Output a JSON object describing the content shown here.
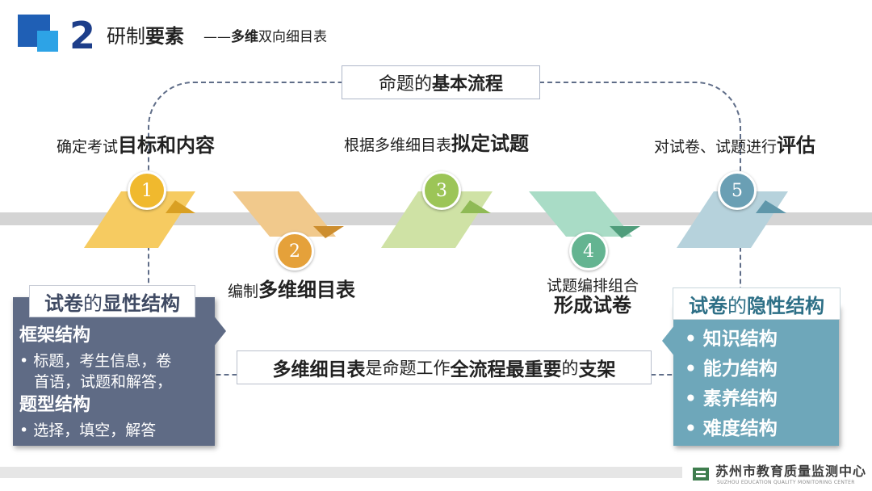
{
  "header": {
    "number": "2",
    "title_a": "研制",
    "title_b": "要素",
    "subtitle_dash": "——",
    "subtitle_bold": "多维",
    "subtitle_rest": "双向细目表"
  },
  "flow_title": {
    "pre": "命题的",
    "bold": "基本流程"
  },
  "steps": [
    {
      "num": "1",
      "label_pre": "确定考试",
      "label_bold": "目标和内容",
      "color": "#f6cb61",
      "dark": "#d9a023"
    },
    {
      "num": "2",
      "label_pre": "编制",
      "label_bold": "多维细目表",
      "color": "#f1c98c",
      "dark": "#cd8e2f"
    },
    {
      "num": "3",
      "label_pre": "根据多维细目表",
      "label_bold": "拟定试题",
      "color": "#cfe2a5",
      "dark": "#8fba55"
    },
    {
      "num": "4",
      "label_pre": "试题编排组合",
      "label_bold": "形成试卷",
      "color": "#a9dcc6",
      "dark": "#4f9d7b"
    },
    {
      "num": "5",
      "label_pre": "对试卷、试题进行",
      "label_bold": "评估",
      "color": "#b6d2dc",
      "dark": "#5f97aa"
    }
  ],
  "left_panel": {
    "head_bold_a": "试卷",
    "head_mid": "的",
    "head_bold_b": "显性结构",
    "h1": "框架结构",
    "t1_l1": "• 标题，考生信息，卷",
    "t1_l2": "首语，试题和解答，",
    "h2": "题型结构",
    "t2": "• 选择，填空，解答"
  },
  "right_panel": {
    "head_bold_a": "试卷",
    "head_mid": "的",
    "head_bold_b": "隐性结构",
    "items": [
      "• 知识结构",
      "• 能力结构",
      "• 素养结构",
      "• 难度结构"
    ]
  },
  "center_note": {
    "b1": "多维细目表",
    "t1": "是命题工作",
    "b2": "全流程最重要",
    "t2": "的",
    "b3": "支架"
  },
  "footer": {
    "org_name": "苏州市教育质量监测中心",
    "org_en": "SUZHOU EDUCATION QUALITY MONITORING CENTER"
  }
}
